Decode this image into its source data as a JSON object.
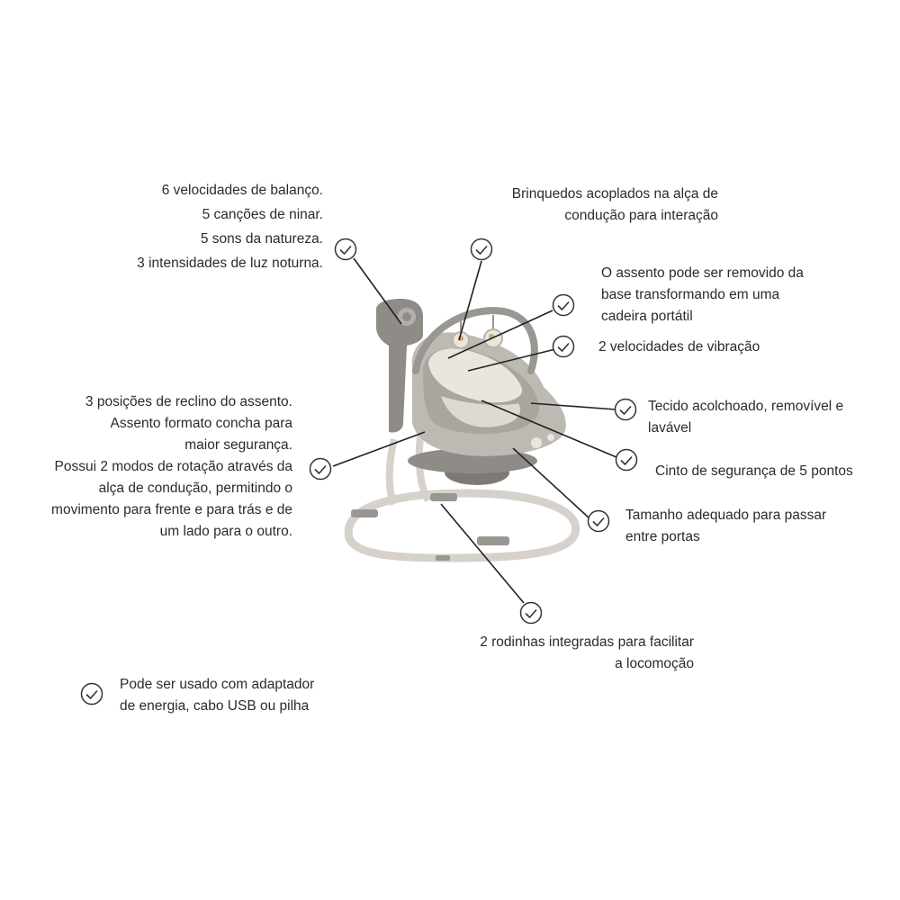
{
  "callouts": {
    "controls": [
      "6 velocidades de balanço.",
      "5 canções de ninar.",
      "5 sons da natureza.",
      "3 intensidades de luz noturna."
    ],
    "toys": [
      "Brinquedos acoplados na alça de",
      "condução para interação"
    ],
    "removable_seat": [
      "O assento pode ser removido da",
      "base transformando em uma",
      "cadeira portátil"
    ],
    "vibration": [
      "2 velocidades de vibração"
    ],
    "seat_modes": [
      "3 posições de reclino do assento.",
      "Assento formato concha para",
      "maior segurança.",
      "Possui 2 modos de rotação através da",
      "alça de condução, permitindo o",
      "movimento para frente e para trás e de",
      "um lado para o outro."
    ],
    "fabric": [
      "Tecido acolchoado, removível e",
      "lavável"
    ],
    "harness": [
      "Cinto de segurança de 5 pontos"
    ],
    "size": [
      "Tamanho adequado para passar",
      "entre portas"
    ],
    "wheels": [
      "2 rodinhas integradas para facilitar",
      "a locomoção"
    ],
    "power": [
      "Pode ser usado com adaptador",
      "de energia, cabo USB ou pilha"
    ]
  },
  "icons": {
    "check": "check-circle-icon"
  },
  "colors": {
    "frame": "#d6d2cb",
    "body": "#8f8b86",
    "seat": "#bdb9b3",
    "liner": "#e9e6df",
    "line": "#222222"
  }
}
